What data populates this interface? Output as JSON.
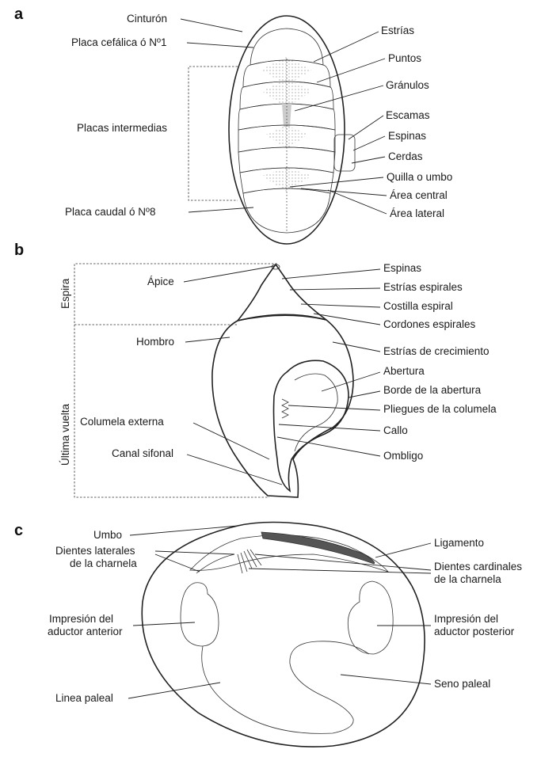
{
  "panels": {
    "a": "a",
    "b": "b",
    "c": "c"
  },
  "a": {
    "cinturon": "Cinturón",
    "placa_cefalica": "Placa cefálica ó Nº1",
    "placas_intermedias": "Placas intermedias",
    "placa_caudal": "Placa caudal ó Nº8",
    "estrias": "Estrías",
    "puntos": "Puntos",
    "granulos": "Gránulos",
    "escamas": "Escamas",
    "espinas": "Espinas",
    "cerdas": "Cerdas",
    "quilla": "Quilla o umbo",
    "area_central": "Área central",
    "area_lateral": "Área lateral"
  },
  "b": {
    "espira": "Espira",
    "ultima_vuelta": "Última vuelta",
    "apice": "Ápice",
    "hombro": "Hombro",
    "columela_externa": "Columela externa",
    "canal_sifonal": "Canal sifonal",
    "espinas": "Espinas",
    "estrias_espirales": "Estrías espirales",
    "costilla_espiral": "Costilla espiral",
    "cordones_espirales": "Cordones espirales",
    "estrias_crecimiento": "Estrías de crecimiento",
    "abertura": "Abertura",
    "borde_abertura": "Borde de la abertura",
    "pliegues_columela": "Pliegues de la columela",
    "callo": "Callo",
    "ombligo": "Ombligo"
  },
  "c": {
    "umbo": "Umbo",
    "dientes_laterales_1": "Dientes laterales",
    "dientes_laterales_2": "de la charnela",
    "ligamento": "Ligamento",
    "dientes_cardinales_1": "Dientes cardinales",
    "dientes_cardinales_2": "de la charnela",
    "aductor_anterior_1": "Impresión del",
    "aductor_anterior_2": "aductor anterior",
    "aductor_posterior_1": "Impresión del",
    "aductor_posterior_2": "aductor posterior",
    "linea_paleal": "Linea paleal",
    "seno_paleal": "Seno paleal"
  },
  "colors": {
    "line": "#222222",
    "dark_plate": "#777777",
    "ligament": "#555555"
  }
}
